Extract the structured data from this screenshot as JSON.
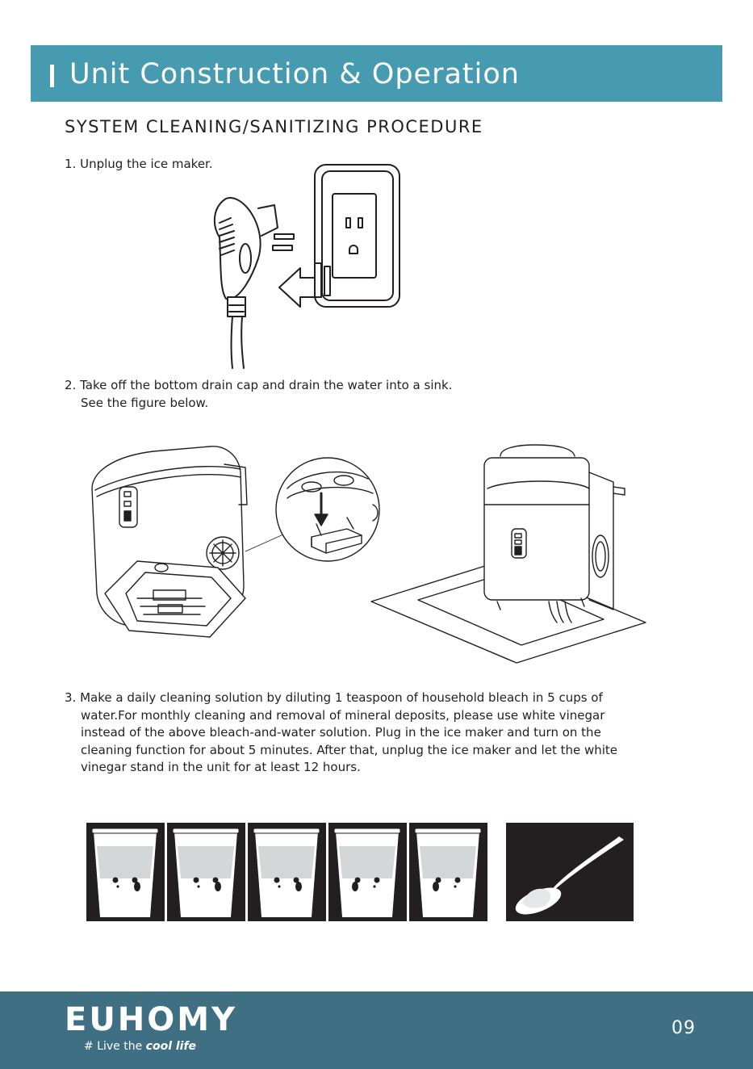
{
  "header": {
    "title": "Unit Construction & Operation"
  },
  "section": {
    "title": "SYSTEM CLEANING/SANITIZING PROCEDURE"
  },
  "steps": [
    {
      "num": "1.",
      "text": "Unplug the ice maker."
    },
    {
      "num": "2.",
      "text": "Take off the bottom drain cap and drain the water into a sink.",
      "cont": [
        "See the figure below."
      ]
    },
    {
      "num": "3.",
      "text": "Make a daily cleaning solution by diluting 1 teaspoon of household bleach in 5 cups of",
      "cont": [
        "water.For monthly cleaning and removal of mineral deposits, please use white vinegar",
        "instead of the   above bleach-and-water solution. Plug in the ice maker and turn on the",
        "cleaning function for about 5 minutes. After that, unplug the ice maker and let the white",
        "vinegar stand in the unit for at least 12 hours."
      ]
    }
  ],
  "footer": {
    "brand": "EUHOMY",
    "tagline_prefix": "# Live the",
    "tagline_em": "cool life",
    "page_number": "09"
  },
  "colors": {
    "header": "#479bb1",
    "footer": "#3f6f83"
  }
}
